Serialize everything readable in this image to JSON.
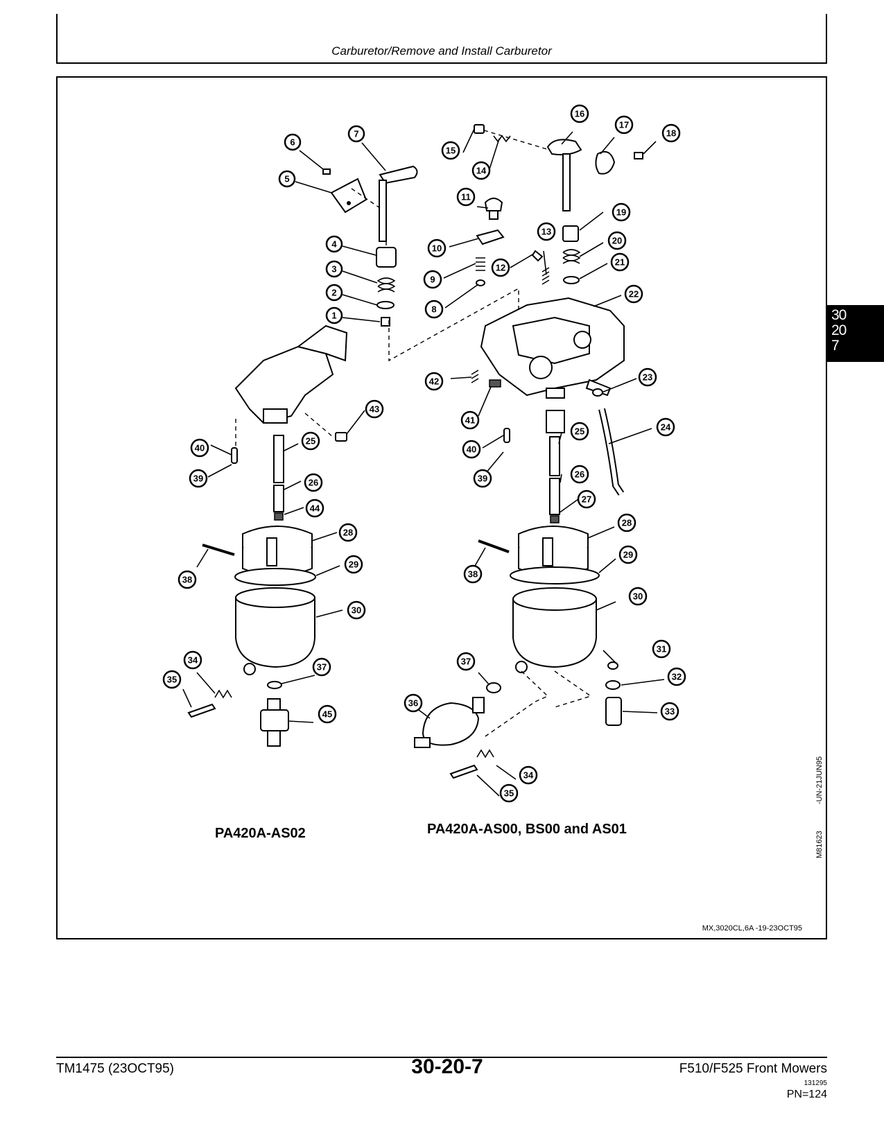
{
  "header": {
    "title": "Carburetor/Remove and Install Carburetor"
  },
  "side_tab": {
    "line1": "30",
    "line2": "20",
    "line3": "7"
  },
  "figure": {
    "model_left": "PA420A-AS02",
    "model_right": "PA420A-AS00, BS00 and AS01",
    "image_id": "M81623",
    "image_date": "-UN-21JUN95",
    "ref": "MX,3020CL,6A    -19-23OCT95"
  },
  "callouts": {
    "c1": "1",
    "c2": "2",
    "c3": "3",
    "c4": "4",
    "c5": "5",
    "c6": "6",
    "c7": "7",
    "c8": "8",
    "c9": "9",
    "c10": "10",
    "c11": "11",
    "c12": "12",
    "c13": "13",
    "c14": "14",
    "c15": "15",
    "c16": "16",
    "c17": "17",
    "c18": "18",
    "c19": "19",
    "c20": "20",
    "c21": "21",
    "c22": "22",
    "c23": "23",
    "c24": "24",
    "c25a": "25",
    "c25b": "25",
    "c26a": "26",
    "c26b": "26",
    "c27": "27",
    "c28a": "28",
    "c28b": "28",
    "c29a": "29",
    "c29b": "29",
    "c30a": "30",
    "c30b": "30",
    "c31": "31",
    "c32": "32",
    "c33": "33",
    "c34a": "34",
    "c34b": "34",
    "c35a": "35",
    "c35b": "35",
    "c36": "36",
    "c37a": "37",
    "c37b": "37",
    "c38a": "38",
    "c38b": "38",
    "c39a": "39",
    "c39b": "39",
    "c40a": "40",
    "c40b": "40",
    "c41": "41",
    "c42": "42",
    "c43": "43",
    "c44": "44",
    "c45": "45"
  },
  "footer": {
    "manual": "TM1475 (23OCT95)",
    "page": "30-20-7",
    "product": "F510/F525 Front Mowers",
    "code": "131295",
    "pn": "PN=124"
  }
}
